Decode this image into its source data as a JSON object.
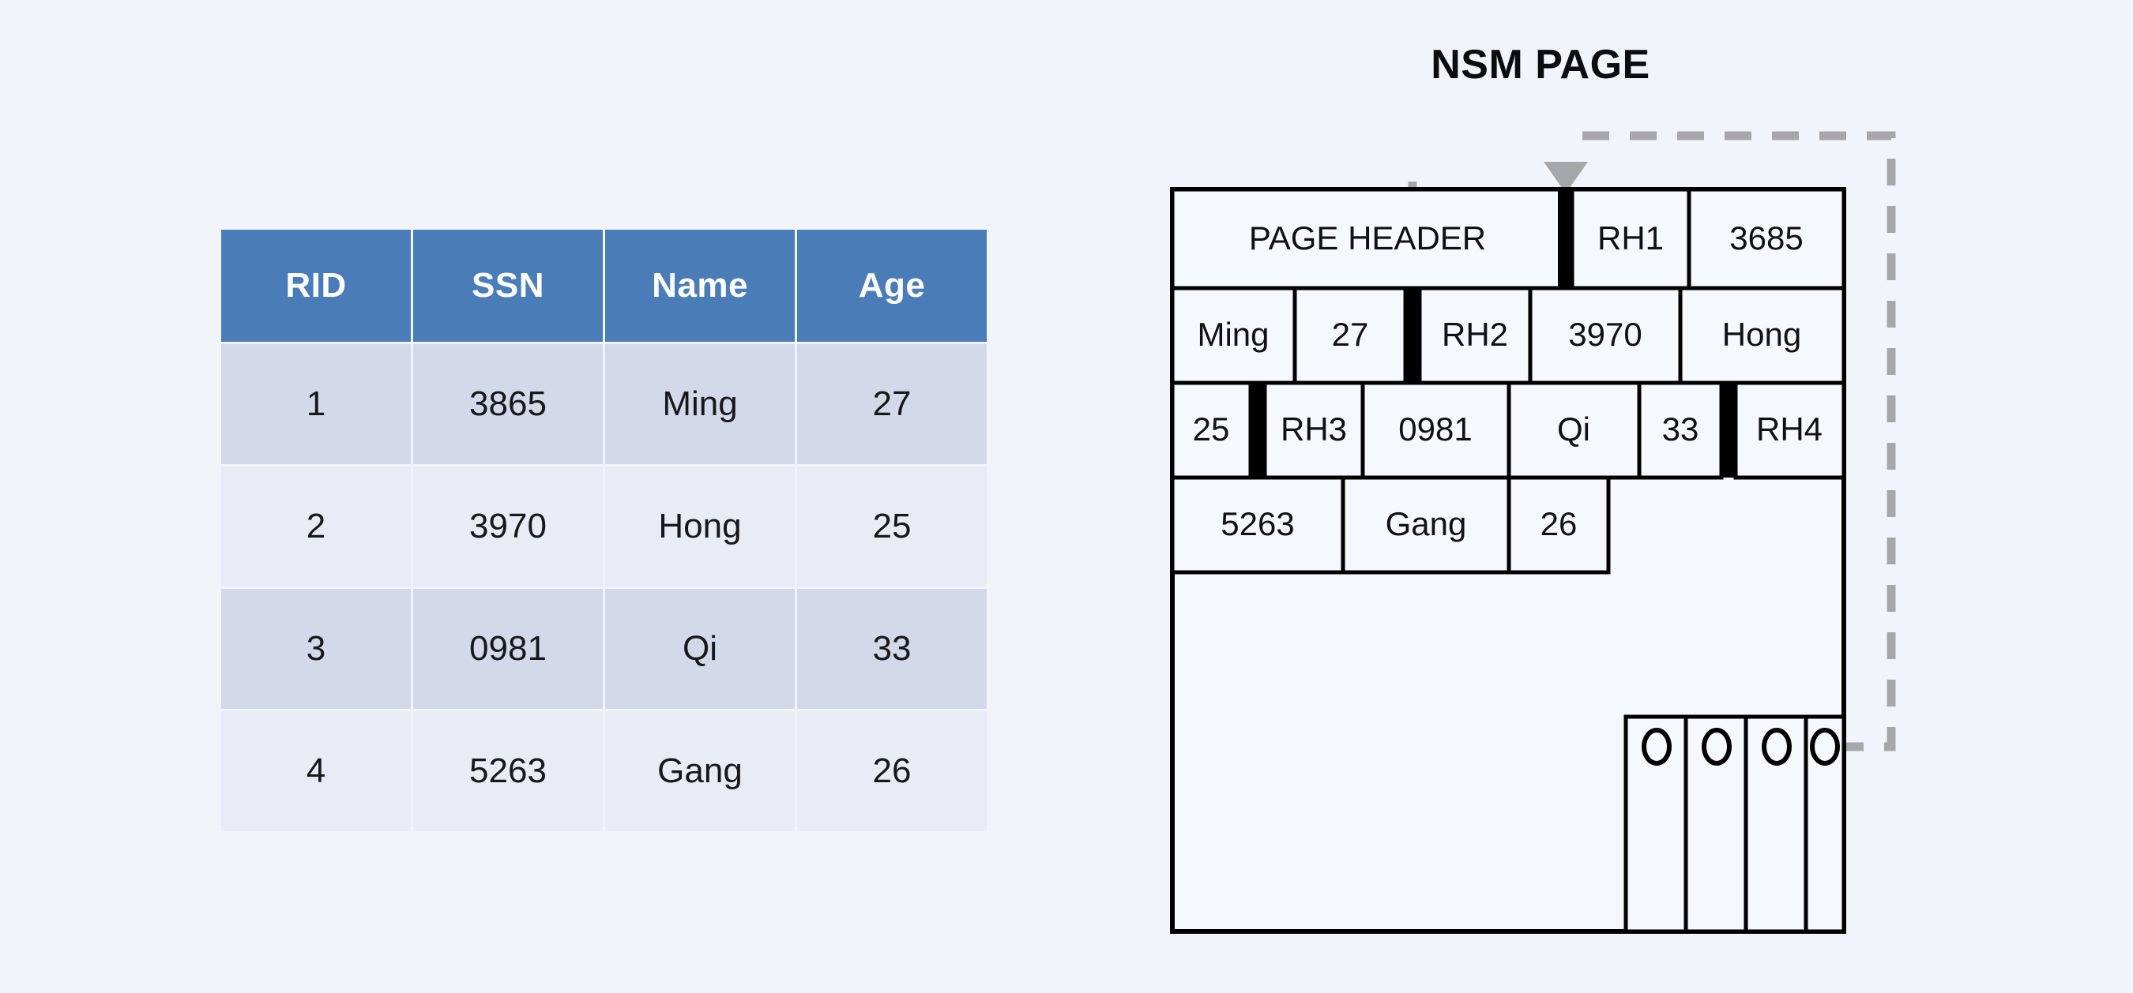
{
  "table": {
    "columns": [
      "RID",
      "SSN",
      "Name",
      "Age"
    ],
    "rows": [
      [
        "1",
        "3865",
        "Ming",
        "27"
      ],
      [
        "2",
        "3970",
        "Hong",
        "25"
      ],
      [
        "3",
        "0981",
        "Qi",
        "33"
      ],
      [
        "4",
        "5263",
        "Gang",
        "26"
      ]
    ],
    "header_bg": "#4a7cb8",
    "header_fg": "#ffffff",
    "band_a_bg": "#d3d9e8",
    "band_b_bg": "#e7ecf5"
  },
  "diagram": {
    "title": "NSM PAGE",
    "page_header_label": "PAGE HEADER",
    "rows": [
      {
        "cells": [
          "PAGE HEADER",
          "RH1",
          "3685"
        ]
      },
      {
        "cells": [
          "Ming",
          "27",
          "RH2",
          "3970",
          "Hong"
        ]
      },
      {
        "cells": [
          "25",
          "RH3",
          "0981",
          "Qi",
          "33",
          "RH4"
        ]
      },
      {
        "cells": [
          "5263",
          "Gang",
          "26"
        ]
      }
    ],
    "record_headers": [
      "RH1",
      "RH2",
      "RH3",
      "RH4"
    ],
    "slot_array": {
      "slot_count": 4,
      "slot_glyph": "slot-pointer-circle"
    },
    "frame_color": "#000000",
    "connector_color": "#a5a7aa",
    "record_marker_color": "#000000",
    "background": "#f1f5fb"
  }
}
